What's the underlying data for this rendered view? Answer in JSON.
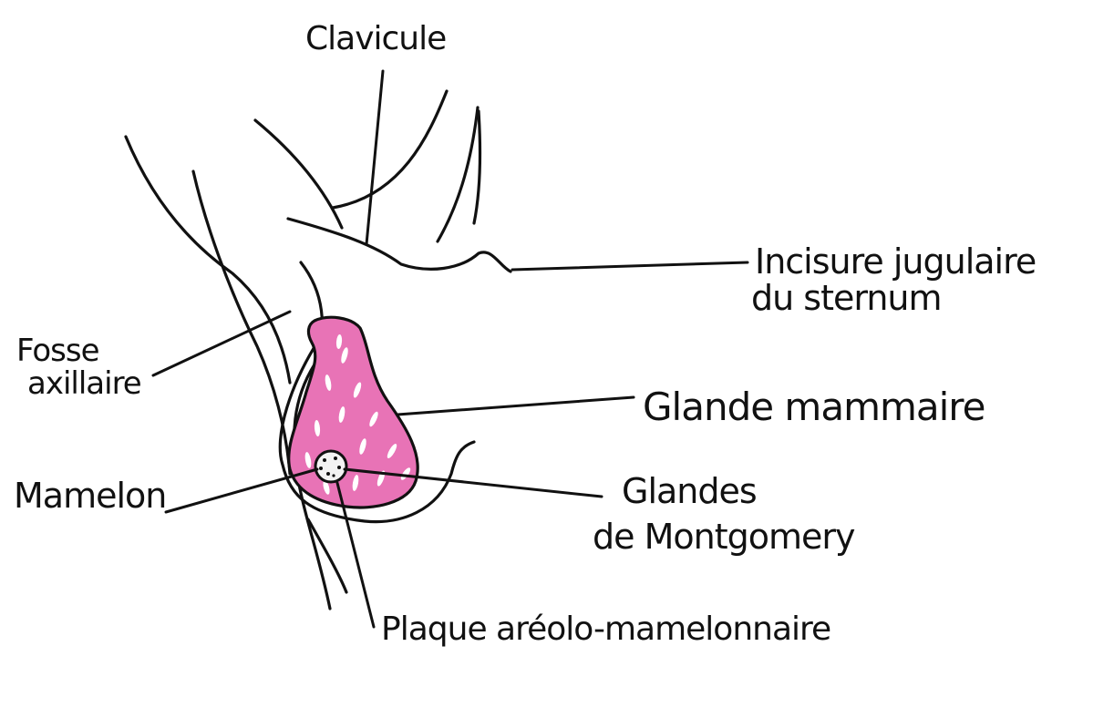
{
  "colors": {
    "ink": "#111111",
    "gland_fill": "#e873b6",
    "paper": "#ffffff",
    "nipple_fill": "#f3f3f3"
  },
  "labels": {
    "clavicule": "Clavicule",
    "incisure_line1": "Incisure jugulaire",
    "incisure_line2": "du sternum",
    "fosse_line1": "Fosse",
    "fosse_line2": "axillaire",
    "glande": "Glande mammaire",
    "mamelon": "Mamelon",
    "glandes_line1": "Glandes",
    "glandes_line2": "de Montgomery",
    "plaque": "Plaque aréolo-mamelonnaire"
  }
}
